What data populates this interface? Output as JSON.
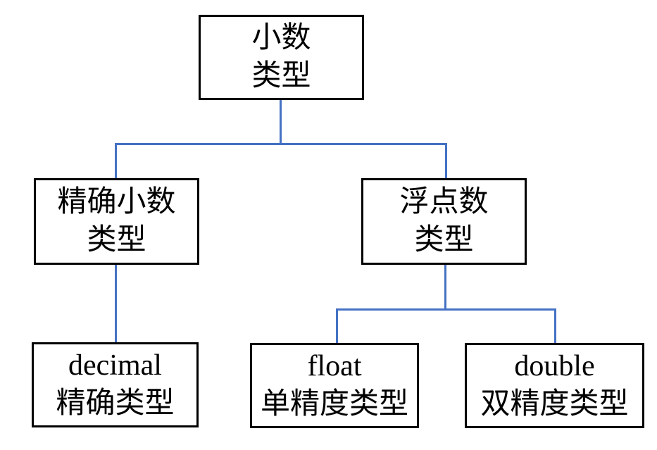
{
  "diagram": {
    "type": "tree",
    "colors": {
      "connector": "#4472C4",
      "box_border": "#000000",
      "box_background": "#FFFFFF",
      "text": "#000000",
      "page_background": "#FFFFFF"
    },
    "nodes": {
      "root": {
        "line1": "小数",
        "line2": "类型"
      },
      "exact": {
        "line1": "精确小数",
        "line2": "类型"
      },
      "floating": {
        "line1": "浮点数",
        "line2": "类型"
      },
      "decimal": {
        "line1": "decimal",
        "line2": "精确类型"
      },
      "float": {
        "line1": "float",
        "line2": "单精度类型"
      },
      "double": {
        "line1": "double",
        "line2": "双精度类型"
      }
    },
    "edges": [
      {
        "from": "root",
        "to": "exact"
      },
      {
        "from": "root",
        "to": "floating"
      },
      {
        "from": "exact",
        "to": "decimal"
      },
      {
        "from": "floating",
        "to": "float"
      },
      {
        "from": "floating",
        "to": "double"
      }
    ]
  }
}
